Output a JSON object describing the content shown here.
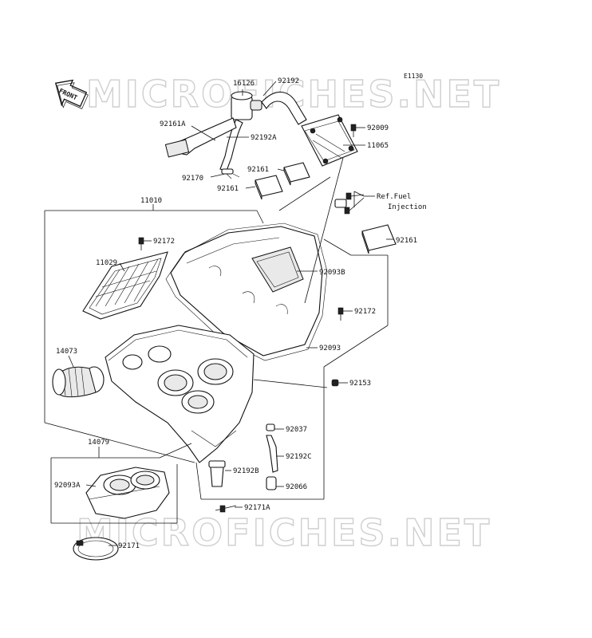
{
  "diagram_code": "E1130",
  "watermark": "MICROFICHES.NET",
  "front_label": "FRONT",
  "ref_note": {
    "line1": "Ref.Fuel",
    "line2": "Injection"
  },
  "callouts": [
    {
      "id": "16126",
      "text": "16126"
    },
    {
      "id": "92192",
      "text": "92192"
    },
    {
      "id": "92161A",
      "text": "92161A"
    },
    {
      "id": "92192A",
      "text": "92192A"
    },
    {
      "id": "92009",
      "text": "92009"
    },
    {
      "id": "11065",
      "text": "11065"
    },
    {
      "id": "92170",
      "text": "92170"
    },
    {
      "id": "92161-a",
      "text": "92161"
    },
    {
      "id": "92161-b",
      "text": "92161"
    },
    {
      "id": "11010",
      "text": "11010"
    },
    {
      "id": "92161-c",
      "text": "92161"
    },
    {
      "id": "92172-a",
      "text": "92172"
    },
    {
      "id": "11029",
      "text": "11029"
    },
    {
      "id": "92093B",
      "text": "92093B"
    },
    {
      "id": "92172-b",
      "text": "92172"
    },
    {
      "id": "92093",
      "text": "92093"
    },
    {
      "id": "14073",
      "text": "14073"
    },
    {
      "id": "92153",
      "text": "92153"
    },
    {
      "id": "92037",
      "text": "92037"
    },
    {
      "id": "14079",
      "text": "14079"
    },
    {
      "id": "92192C",
      "text": "92192C"
    },
    {
      "id": "92093A",
      "text": "92093A"
    },
    {
      "id": "92192B",
      "text": "92192B"
    },
    {
      "id": "92066",
      "text": "92066"
    },
    {
      "id": "92171A",
      "text": "92171A"
    },
    {
      "id": "92171",
      "text": "92171"
    }
  ]
}
